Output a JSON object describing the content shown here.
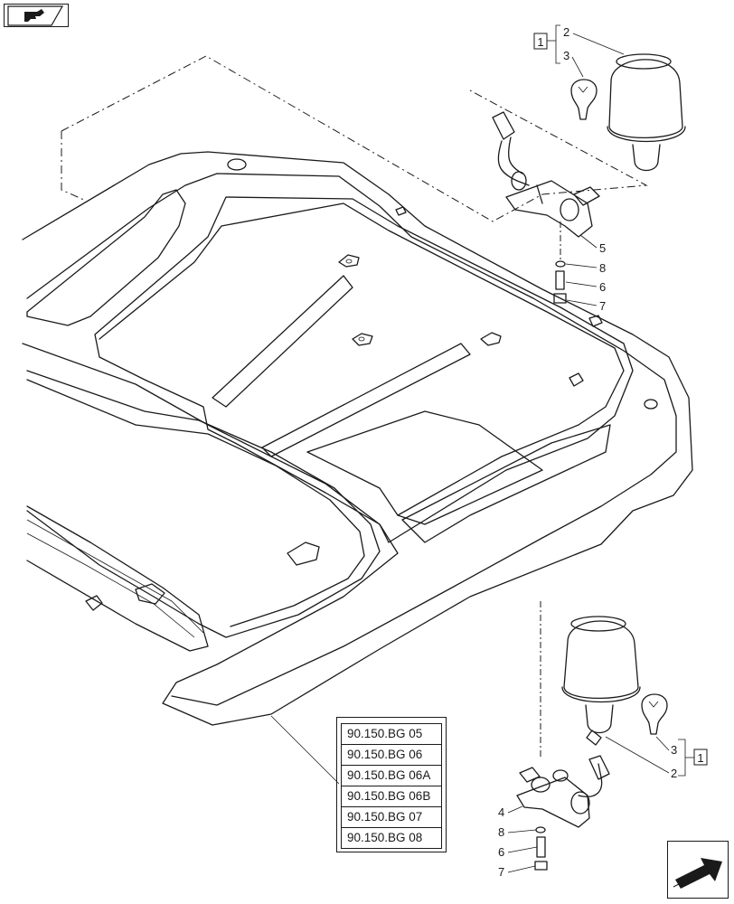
{
  "references": [
    "90.150.BG 05",
    "90.150.BG 06",
    "90.150.BG 06A",
    "90.150.BG 06B",
    "90.150.BG 07",
    "90.150.BG 08"
  ],
  "callouts_top": {
    "kit": "1",
    "beacon": "2",
    "bulb": "3",
    "bracket": "5",
    "washer": "8",
    "screw": "6",
    "nut": "7"
  },
  "callouts_bottom": {
    "kit": "1",
    "beacon": "2",
    "bulb": "3",
    "bracket": "4",
    "washer": "8",
    "screw": "6",
    "nut": "7"
  },
  "icons": {
    "top_left": "hand-pointer-icon",
    "bottom_right": "arrow-next-icon"
  }
}
